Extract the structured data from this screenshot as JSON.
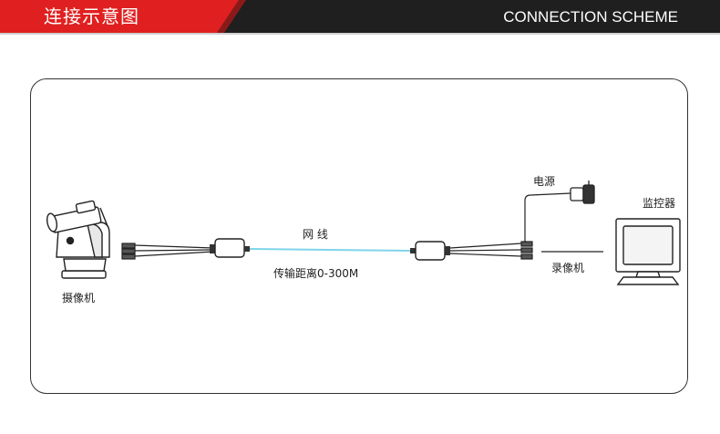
{
  "header": {
    "cn_title": "连接示意图",
    "en_title": "CONNECTION SCHEME"
  },
  "diagram": {
    "camera_label": "摄像机",
    "cable_label": "网 线",
    "distance_label": "传输距离0-300M",
    "power_label": "电源",
    "recorder_label": "录像机",
    "monitor_label": "监控器"
  },
  "colors": {
    "header_bg": "#1f1f1f",
    "header_accent": "#e02020",
    "cable": "#7fd4ea"
  }
}
